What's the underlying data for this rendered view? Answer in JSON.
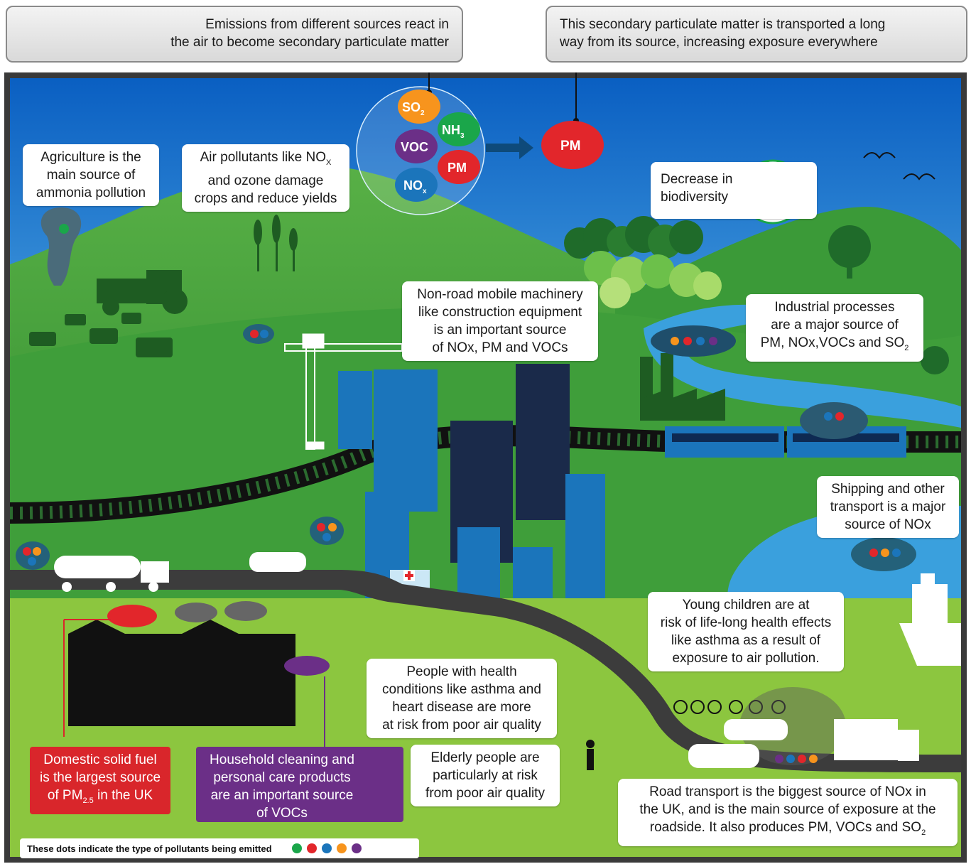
{
  "header": {
    "left_box": {
      "line1": "Emissions from different sources react in",
      "line2": "the air to become secondary particulate matter"
    },
    "right_box": {
      "line1": "This secondary particulate matter is transported a long",
      "line2": "way from its source, increasing exposure everywhere"
    }
  },
  "pollutants": {
    "so2": "SO",
    "so2_sub": "2",
    "nh3": "NH",
    "nh3_sub": "3",
    "voc": "VOC",
    "pm": "PM",
    "nox": "NO",
    "nox_sub": "x",
    "pm_result": "PM"
  },
  "callouts": {
    "agriculture": [
      "Agriculture is the",
      "main source of",
      "ammonia pollution"
    ],
    "crops": {
      "line1_pre": "Air pollutants like NO",
      "line1_sub": "X",
      "line2": "and ozone damage",
      "line3": "crops and reduce yields"
    },
    "biodiversity": [
      "Decrease in",
      "biodiversity"
    ],
    "machinery": [
      "Non-road mobile machinery",
      "like construction equipment",
      "is an important source",
      "of NOx, PM and VOCs"
    ],
    "industrial": {
      "line1": "Industrial processes",
      "line2": "are a major source of",
      "line3_pre": "PM, NOx,VOCs and SO",
      "line3_sub": "2"
    },
    "shipping": [
      "Shipping and other",
      "transport is a major",
      "source of NOx"
    ],
    "children": [
      "Young children are at",
      "risk of life-long health effects",
      "like asthma as a result of",
      "exposure to air pollution."
    ],
    "health_conditions": [
      "People with health",
      "conditions like asthma and",
      "heart disease are more",
      "at risk from poor air quality"
    ],
    "elderly": [
      "Elderly people are",
      "particularly at risk",
      "from poor air quality"
    ],
    "domestic_fuel": {
      "line1": "Domestic solid fuel",
      "line2": "is the largest source",
      "line3_pre": "of PM",
      "line3_sub": "2.5",
      "line3_post": " in the UK"
    },
    "household": [
      "Household cleaning and",
      "personal care products",
      "are an important source",
      "of VOCs"
    ],
    "road": {
      "line1": "Road transport is the biggest source of NOx in",
      "line2": "the UK, and is the main source of exposure at the",
      "line3_pre": "roadside. It also produces PM, VOCs and SO",
      "line3_sub": "2"
    }
  },
  "legend": {
    "label": "These dots indicate the type of pollutants being emitted",
    "dots": [
      {
        "name": "ammonia",
        "color": "#1aa64a"
      },
      {
        "name": "particulate-matter",
        "color": "#e2262b"
      },
      {
        "name": "nitrogen-oxides",
        "color": "#1b75bb"
      },
      {
        "name": "sulphur-dioxide",
        "color": "#f7941d"
      },
      {
        "name": "vocs",
        "color": "#6b2f87"
      }
    ]
  },
  "colors": {
    "sky_top": "#0a5fc2",
    "sky_bottom": "#c9ecfa",
    "grass_dark": "#2f8a2f",
    "grass_light": "#8cc63f",
    "water": "#3aa0dd",
    "frame": "#3a3a3a",
    "road": "#3c3c3c"
  }
}
